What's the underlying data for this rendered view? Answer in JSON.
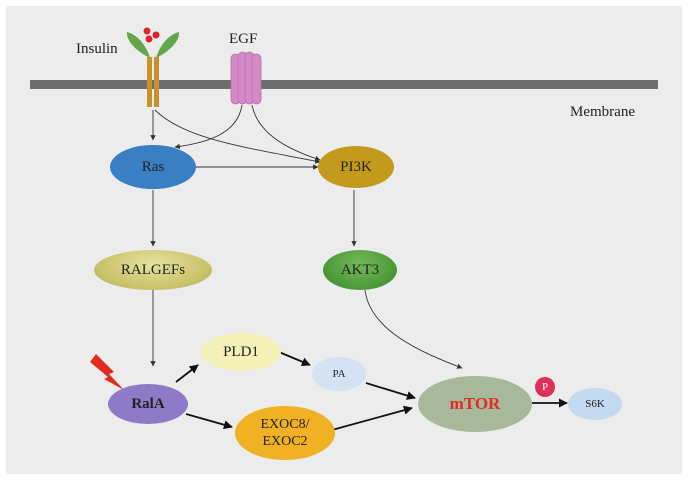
{
  "labels": {
    "insulin": "Insulin",
    "egf": "EGF",
    "membrane": "Membrane"
  },
  "nodes": {
    "ras": "Ras",
    "pi3k": "PI3K",
    "ralgefs": "RALGEFs",
    "akt3": "AKT3",
    "pld1": "PLD1",
    "pa": "PA",
    "rala": "RalA",
    "exoc": "EXOC8/ EXOC2",
    "exoc_line1": "EXOC8/",
    "exoc_line2": "EXOC2",
    "mtor": "mTOR",
    "phospho": "P",
    "s6k": "S6K"
  },
  "colors": {
    "background": "#ececec",
    "membrane": "#6e6e6e",
    "insulin_receptor": "#c8922a",
    "insulin_ligand": "#e0232a",
    "insulin_arms": "#62a84a",
    "egf_receptor": "#d58ac8",
    "ras": "#3a7ec4",
    "pi3k": "#c49a1c",
    "ralgefs": "#c9c36a",
    "akt3": "#4e9a3a",
    "pld1": "#f3f1b8",
    "pa": "#d4e2f4",
    "rala": "#8f7ac8",
    "exoc": "#f0b224",
    "mtor": "#a8b89a",
    "mtor_text": "#e02b26",
    "phospho": "#e0305a",
    "s6k": "#c4daf0",
    "lightning": "#e02b20"
  }
}
